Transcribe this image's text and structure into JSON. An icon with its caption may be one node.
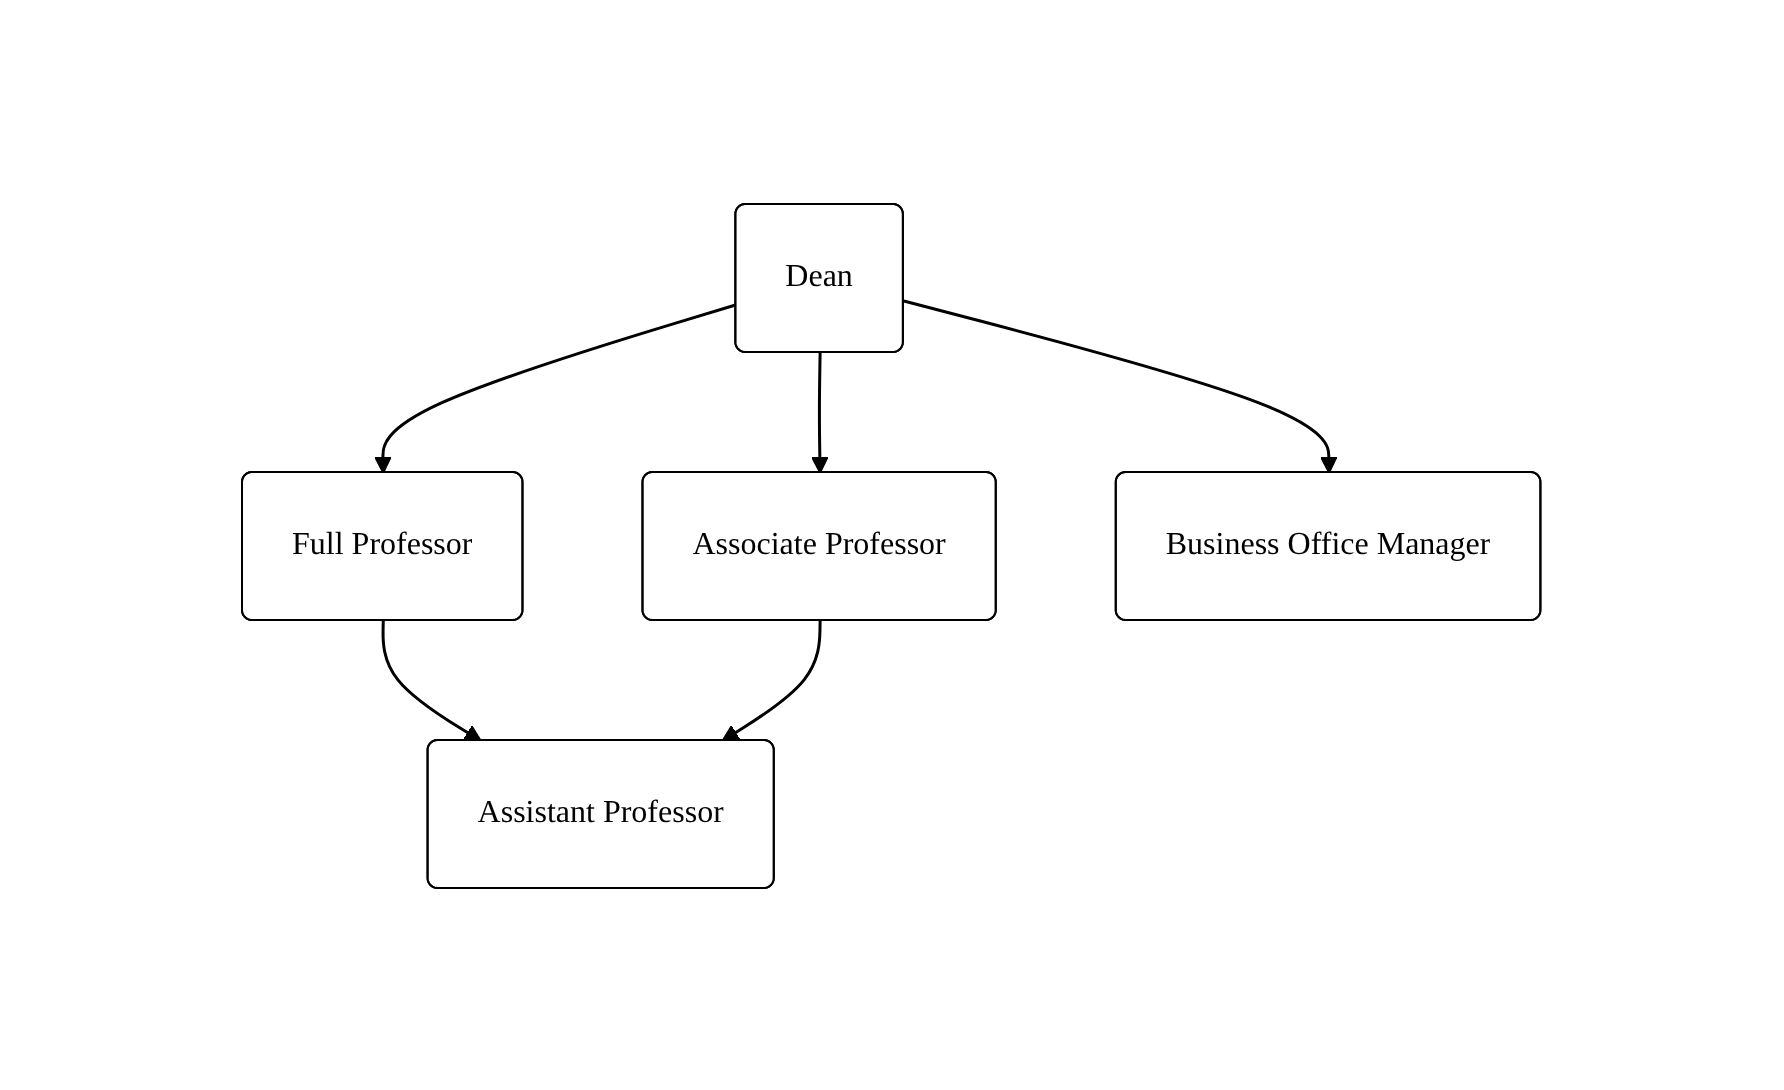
{
  "diagram": {
    "nodes": [
      {
        "text": [
          "Dean"
        ]
      },
      {
        "text": [
          "Full Professor"
        ]
      },
      {
        "text": [
          "Associate Professor"
        ]
      },
      {
        "text": [
          "Business Office Manager"
        ]
      },
      {
        "text": [
          "Assistant Professor"
        ]
      }
    ],
    "edges": [
      {
        "from": 0,
        "to": 1,
        "arrow": "to"
      },
      {
        "from": 0,
        "to": 2,
        "arrow": "to"
      },
      {
        "from": 0,
        "to": 3,
        "arrow": "to"
      },
      {
        "from": 1,
        "to": 4,
        "arrow": "to"
      },
      {
        "from": 2,
        "to": 4,
        "arrow": "to"
      }
    ]
  }
}
